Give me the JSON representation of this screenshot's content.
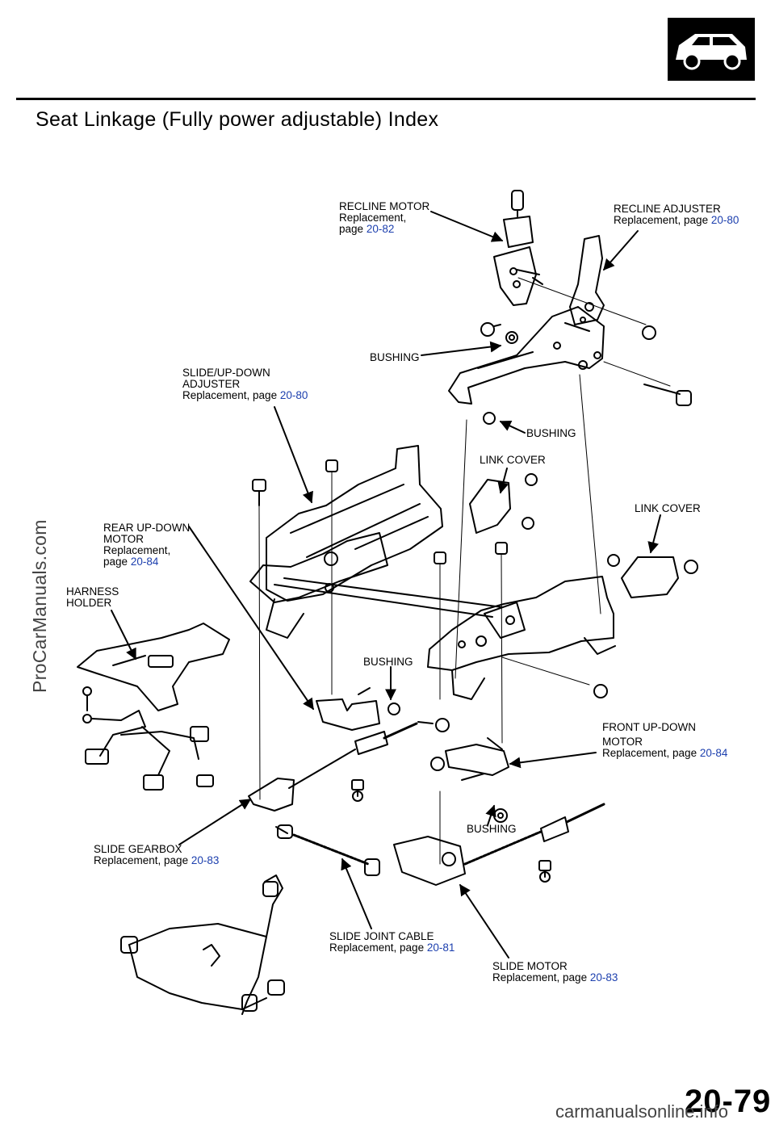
{
  "title": "Seat Linkage (Fully power adjustable) Index",
  "page_number": "20-79",
  "watermark_left": "ProCarManuals.com",
  "watermark_bottom": "carmanualsonline.info",
  "icons": {
    "car_badge": "car-side-icon"
  },
  "colors": {
    "page_ref": "#1c3fae",
    "ink": "#000000"
  },
  "labels": {
    "recline_motor": {
      "name": "RECLINE MOTOR",
      "line2": "Replacement,",
      "prefix": "page",
      "page": "20-82"
    },
    "recline_adjuster": {
      "name": "RECLINE ADJUSTER",
      "prefix": "Replacement, page",
      "page": "20-80"
    },
    "bushing_1": "BUSHING",
    "slide_updown_adjuster": {
      "line1": "SLIDE/UP-DOWN",
      "line2": "ADJUSTER",
      "prefix": "Replacement, page",
      "page": "20-80"
    },
    "bushing_2": "BUSHING",
    "link_cover_1": "LINK COVER",
    "link_cover_2": "LINK COVER",
    "rear_updown_motor": {
      "line1": "REAR  UP-DOWN",
      "line2": "MOTOR",
      "line3": "Replacement,",
      "prefix": "page",
      "page": "20-84"
    },
    "harness_holder": {
      "line1": "HARNESS",
      "line2": "HOLDER"
    },
    "bushing_3": "BUSHING",
    "front_updown_motor": {
      "line1": "FRONT  UP-DOWN",
      "line2": "MOTOR",
      "prefix": "Replacement, page",
      "page": "20-84"
    },
    "bushing_4": "BUSHING",
    "slide_gearbox": {
      "name": "SLIDE GEARBOX",
      "prefix": "Replacement, page",
      "page": "20-83"
    },
    "slide_joint_cable": {
      "name": "SLIDE JOINT CABLE",
      "prefix": "Replacement, page",
      "page": "20-81"
    },
    "slide_motor": {
      "name": "SLIDE MOTOR",
      "prefix": "Replacement, page",
      "page": "20-83"
    }
  }
}
